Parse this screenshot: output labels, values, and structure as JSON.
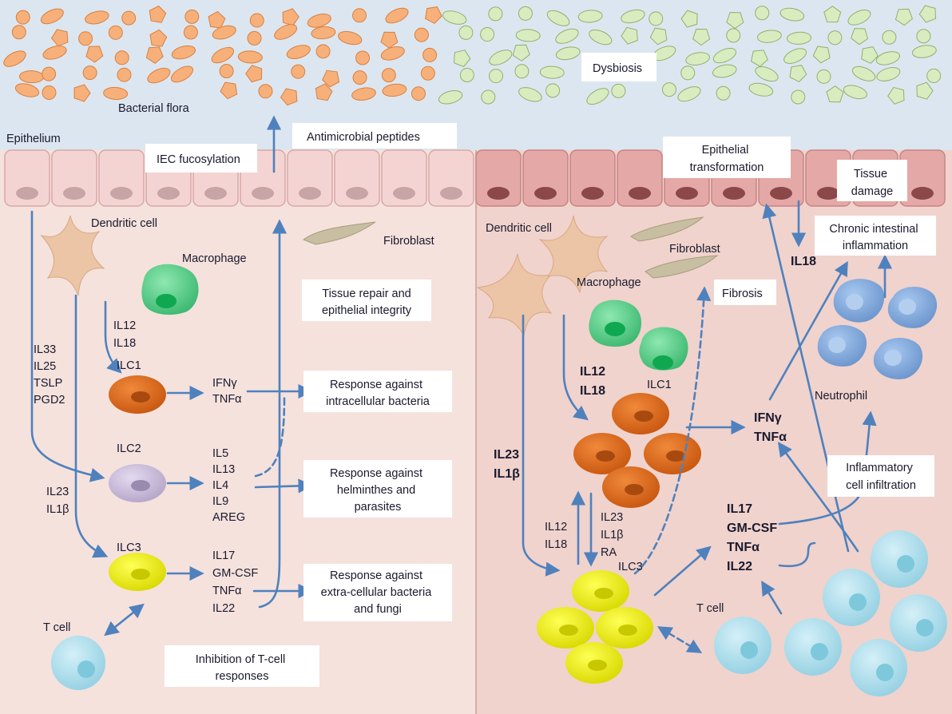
{
  "regions": {
    "bacterial_flora": "Bacterial flora",
    "dysbiosis": "Dysbiosis",
    "epithelium": "Epithelium"
  },
  "left": {
    "iec_fucosylation": "IEC fucosylation",
    "antimicrobial_peptides": "Antimicrobial peptides",
    "dendritic_cell": "Dendritic cell",
    "macrophage": "Macrophage",
    "fibroblast": "Fibroblast",
    "tissue_repair": [
      "Tissue repair and",
      "epithelial integrity"
    ],
    "dc_signals": [
      "IL33",
      "IL25",
      "TSLP",
      "PGD2"
    ],
    "mac_signals": [
      "IL12",
      "IL18"
    ],
    "il23_signals": [
      "IL23",
      "IL1β"
    ],
    "ilc1": "ILC1",
    "ilc2": "ILC2",
    "ilc3": "ILC3",
    "t_cell": "T cell",
    "ilc1_out": [
      "IFNγ",
      "TNFα"
    ],
    "ilc2_out": [
      "IL5",
      "IL13",
      "IL4",
      "IL9",
      "AREG"
    ],
    "ilc3_out": [
      "IL17",
      "GM-CSF",
      "TNFα",
      "IL22"
    ],
    "resp_intracellular": [
      "Response against",
      "intracellular bacteria"
    ],
    "resp_helminthes": [
      "Response against",
      "helminthes and",
      "parasites"
    ],
    "resp_extracellular": [
      "Response against",
      "extra-cellular bacteria",
      "and fungi"
    ],
    "inhibition": [
      "Inhibition of T-cell",
      "responses"
    ]
  },
  "right": {
    "epithelial_transformation": [
      "Epithelial",
      "transformation"
    ],
    "tissue_damage": [
      "Tissue",
      "damage"
    ],
    "dendritic_cell": "Dendritic cell",
    "fibroblast": "Fibroblast",
    "macrophage": "Macrophage",
    "fibrosis": "Fibrosis",
    "il18": "IL18",
    "chronic_inflammation": [
      "Chronic intestinal",
      "inflammation"
    ],
    "mac_signals": [
      "IL12",
      "IL18"
    ],
    "ilc1": "ILC1",
    "neutrophil": "Neutrophil",
    "ilc1_out": [
      "IFNγ",
      "TNFα"
    ],
    "il23_signals": [
      "IL23",
      "IL1β"
    ],
    "loop_left": [
      "IL12",
      "IL18"
    ],
    "loop_right": [
      "IL23",
      "IL1β",
      "RA"
    ],
    "ilc3": "ILC3",
    "infiltration": [
      "Inflammatory",
      "cell infiltration"
    ],
    "ilc3_out": [
      "IL17",
      "GM-CSF",
      "TNFα",
      "IL22"
    ],
    "t_cell": "T cell"
  },
  "colors": {
    "arrow": "#4f81bd",
    "lumen": "#dce6f0",
    "left_tissue": "#f5e1dc",
    "right_tissue": "#f0d2cc",
    "ilc1": "#d2691e",
    "ilc2": "#c8b8d8",
    "ilc3": "#e8e800",
    "macrophage": "#5cd08a",
    "neutrophil": "#7ea6dc",
    "tcell": "#a8dcea"
  }
}
